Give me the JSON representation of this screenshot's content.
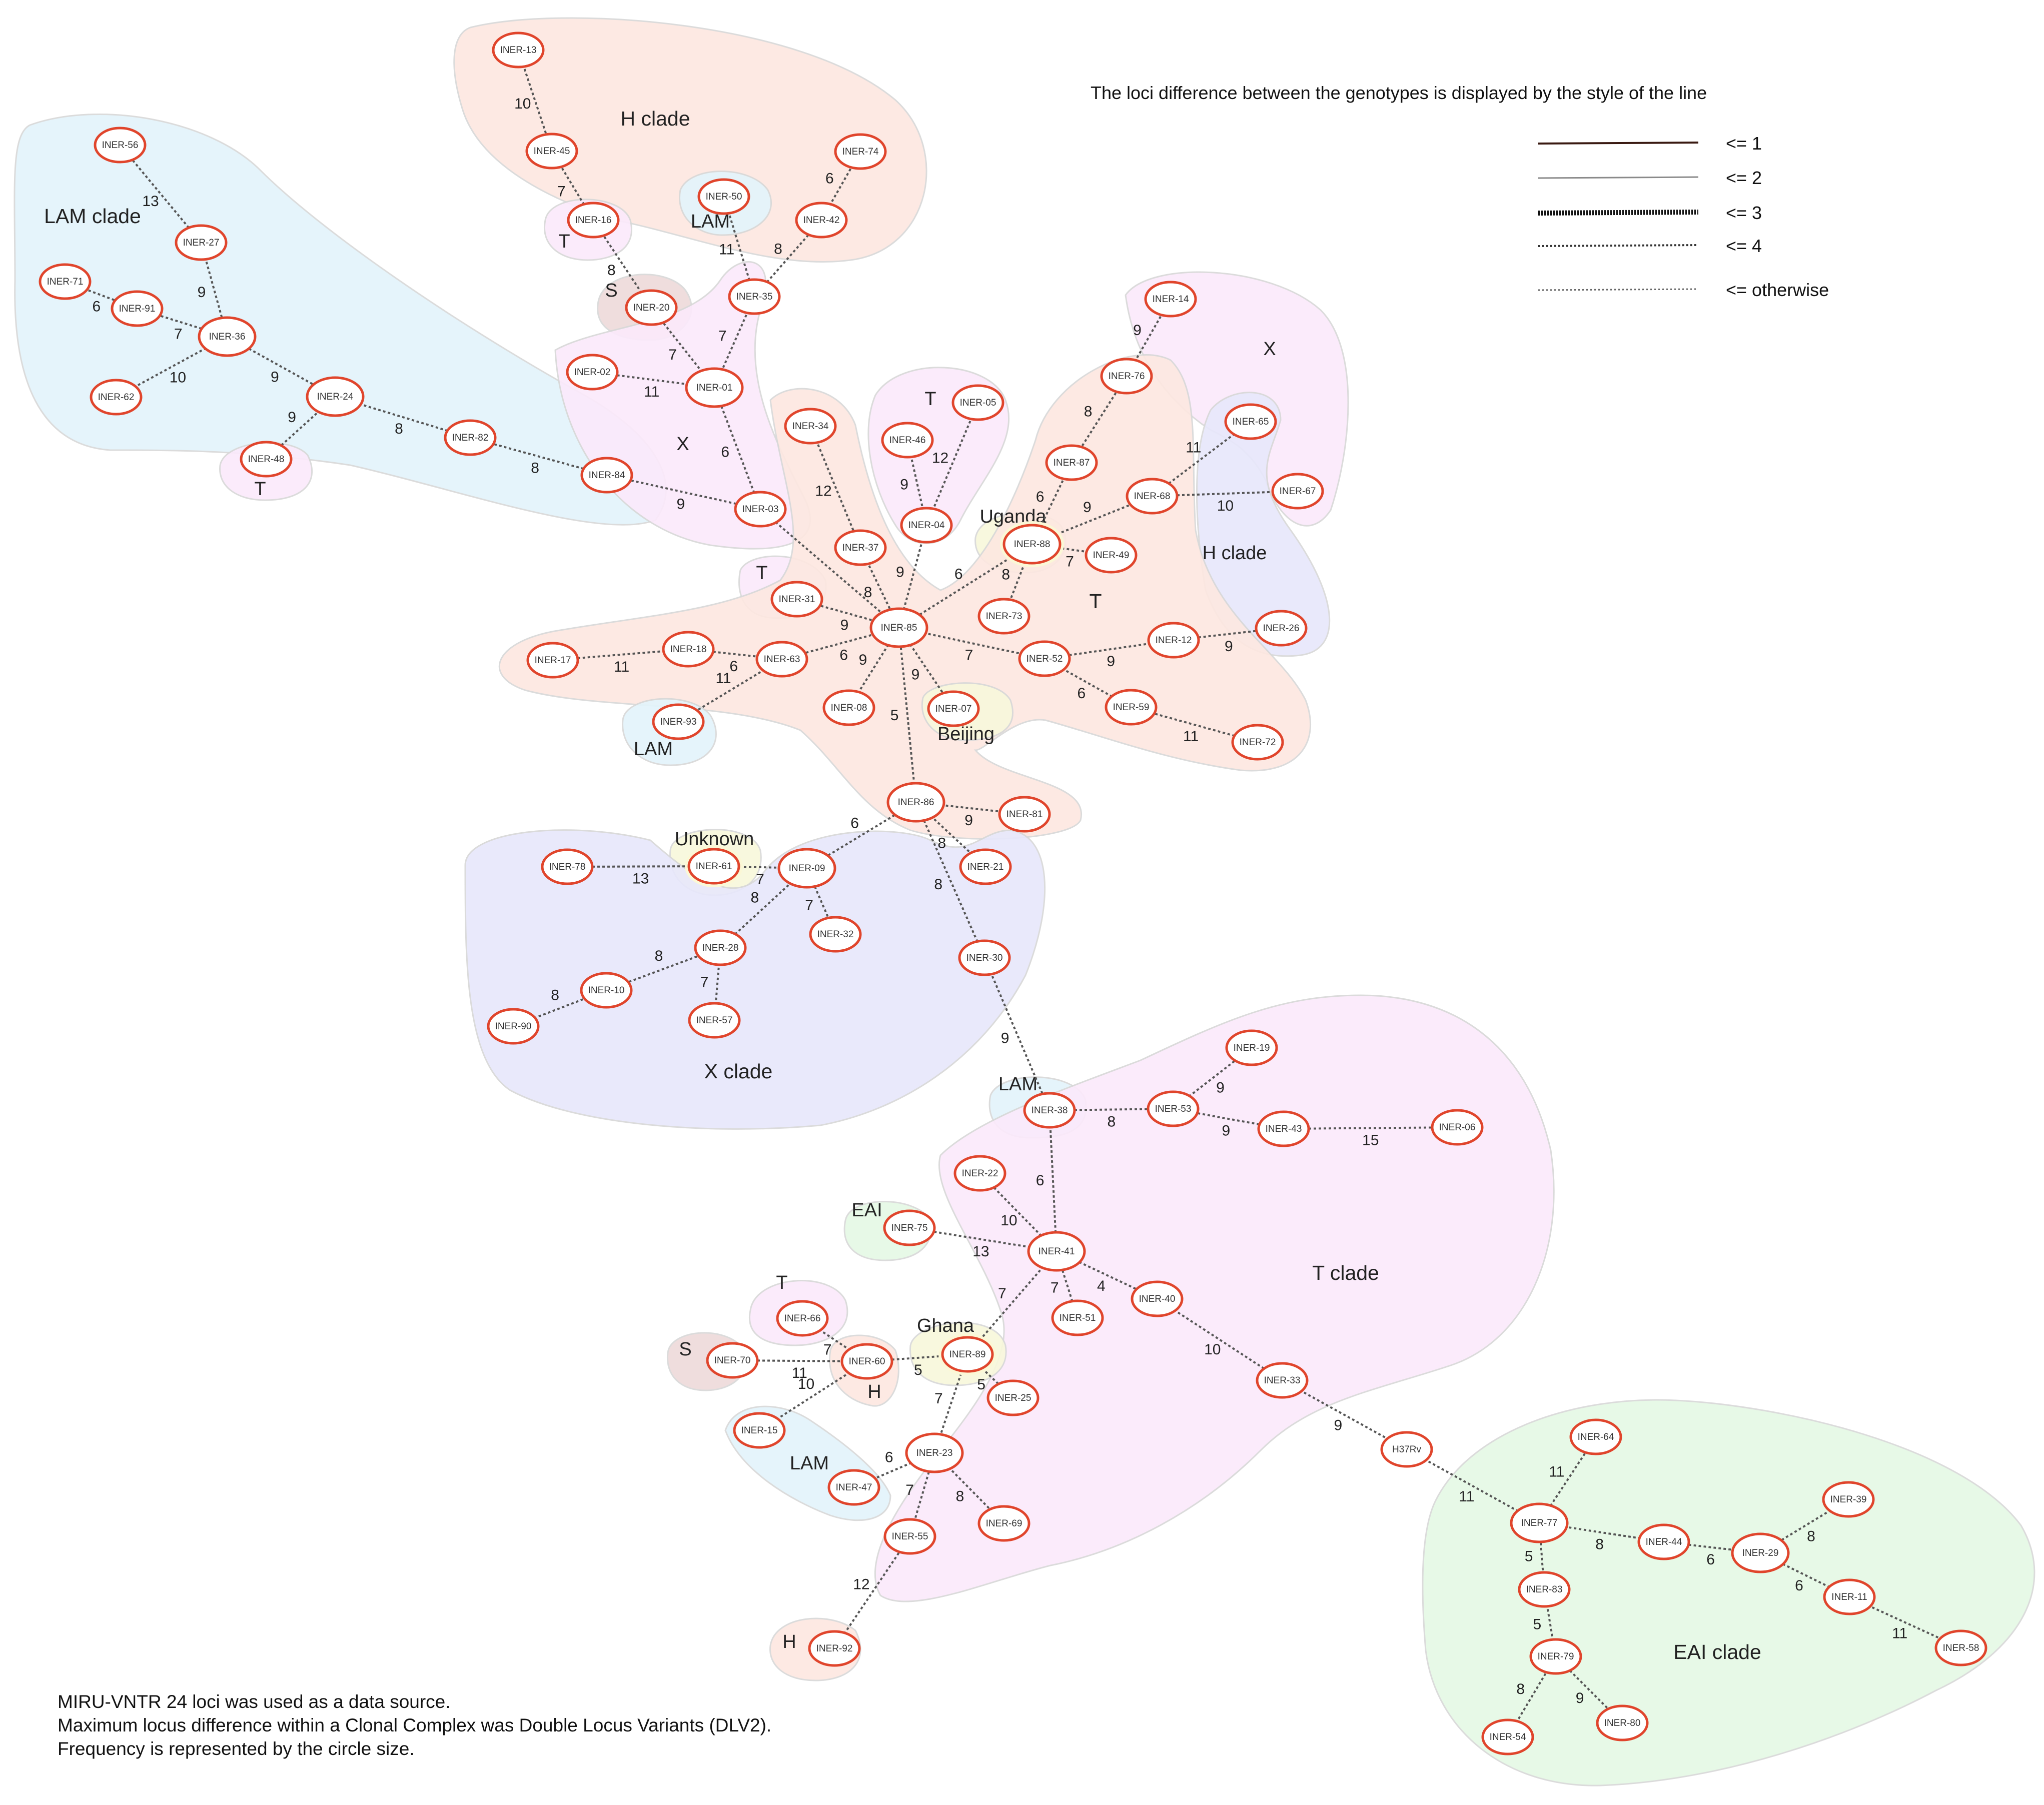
{
  "legend": {
    "title": "The loci difference between the genotypes is displayed by the style of the line",
    "items": [
      {
        "label": "<= 1",
        "style": "solid-dark"
      },
      {
        "label": "<= 2",
        "style": "solid-light"
      },
      {
        "label": "<= 3",
        "style": "heavy-dotted"
      },
      {
        "label": "<= 4",
        "style": "dotted"
      },
      {
        "label": "<= otherwise",
        "style": "light-dotted"
      }
    ]
  },
  "footer": [
    "MIRU-VNTR 24 loci was used as a data source.",
    "Maximum locus difference within a Clonal Complex was Double Locus Variants (DLV2).",
    "Frequency is represented by the circle size."
  ],
  "colors": {
    "node_stroke": "#e0452c",
    "node_fill": "#ffffff",
    "edge": "#555555",
    "lam": "#e3f4fb",
    "h": "#fde8e1",
    "t": "#fbeafb",
    "x": "#e8e8fb",
    "eai": "#e5f9e5",
    "s": "#eedbdb",
    "uganda": "#f8f8dc"
  },
  "regions": [
    {
      "label": "H clade"
    },
    {
      "label": "LAM clade"
    },
    {
      "label": "LAM"
    },
    {
      "label": "T"
    },
    {
      "label": "S"
    },
    {
      "label": "X"
    },
    {
      "label": "T"
    },
    {
      "label": "T"
    },
    {
      "label": "Uganda"
    },
    {
      "label": "X"
    },
    {
      "label": "H clade"
    },
    {
      "label": "T"
    },
    {
      "label": "LAM"
    },
    {
      "label": "Beijing"
    },
    {
      "label": "Unknown"
    },
    {
      "label": "X clade"
    },
    {
      "label": "LAM"
    },
    {
      "label": "T clade"
    },
    {
      "label": "EAI"
    },
    {
      "label": "T"
    },
    {
      "label": "Ghana"
    },
    {
      "label": "S"
    },
    {
      "label": "H"
    },
    {
      "label": "LAM"
    },
    {
      "label": "H"
    },
    {
      "label": "EAI clade"
    },
    {
      "label": "T"
    }
  ],
  "nodes": [
    {
      "id": "INER-13",
      "label": "INER-13"
    },
    {
      "id": "INER-45",
      "label": "INER-45"
    },
    {
      "id": "INER-16",
      "label": "INER-16"
    },
    {
      "id": "INER-20",
      "label": "INER-20"
    },
    {
      "id": "INER-50",
      "label": "INER-50"
    },
    {
      "id": "INER-35",
      "label": "INER-35"
    },
    {
      "id": "INER-74",
      "label": "INER-74"
    },
    {
      "id": "INER-42",
      "label": "INER-42"
    },
    {
      "id": "INER-56",
      "label": "INER-56"
    },
    {
      "id": "INER-27",
      "label": "INER-27"
    },
    {
      "id": "INER-71",
      "label": "INER-71"
    },
    {
      "id": "INER-91",
      "label": "INER-91"
    },
    {
      "id": "INER-36",
      "label": "INER-36"
    },
    {
      "id": "INER-62",
      "label": "INER-62"
    },
    {
      "id": "INER-24",
      "label": "INER-24"
    },
    {
      "id": "INER-48",
      "label": "INER-48"
    },
    {
      "id": "INER-82",
      "label": "INER-82"
    },
    {
      "id": "INER-84",
      "label": "INER-84"
    },
    {
      "id": "INER-02",
      "label": "INER-02"
    },
    {
      "id": "INER-01",
      "label": "INER-01"
    },
    {
      "id": "INER-03",
      "label": "INER-03"
    },
    {
      "id": "INER-34",
      "label": "INER-34"
    },
    {
      "id": "INER-37",
      "label": "INER-37"
    },
    {
      "id": "INER-46",
      "label": "INER-46"
    },
    {
      "id": "INER-05",
      "label": "INER-05"
    },
    {
      "id": "INER-04",
      "label": "INER-04"
    },
    {
      "id": "INER-14",
      "label": "INER-14"
    },
    {
      "id": "INER-76",
      "label": "INER-76"
    },
    {
      "id": "INER-87",
      "label": "INER-87"
    },
    {
      "id": "INER-65",
      "label": "INER-65"
    },
    {
      "id": "INER-68",
      "label": "INER-68"
    },
    {
      "id": "INER-67",
      "label": "INER-67"
    },
    {
      "id": "INER-88",
      "label": "INER-88"
    },
    {
      "id": "INER-49",
      "label": "INER-49"
    },
    {
      "id": "INER-73",
      "label": "INER-73"
    },
    {
      "id": "INER-31",
      "label": "INER-31"
    },
    {
      "id": "INER-85",
      "label": "INER-85"
    },
    {
      "id": "INER-12",
      "label": "INER-12"
    },
    {
      "id": "INER-26",
      "label": "INER-26"
    },
    {
      "id": "INER-52",
      "label": "INER-52"
    },
    {
      "id": "INER-17",
      "label": "INER-17"
    },
    {
      "id": "INER-18",
      "label": "INER-18"
    },
    {
      "id": "INER-63",
      "label": "INER-63"
    },
    {
      "id": "INER-08",
      "label": "INER-08"
    },
    {
      "id": "INER-07",
      "label": "INER-07"
    },
    {
      "id": "INER-59",
      "label": "INER-59"
    },
    {
      "id": "INER-72",
      "label": "INER-72"
    },
    {
      "id": "INER-93",
      "label": "INER-93"
    },
    {
      "id": "INER-86",
      "label": "INER-86"
    },
    {
      "id": "INER-81",
      "label": "INER-81"
    },
    {
      "id": "INER-21",
      "label": "INER-21"
    },
    {
      "id": "INER-78",
      "label": "INER-78"
    },
    {
      "id": "INER-61",
      "label": "INER-61"
    },
    {
      "id": "INER-09",
      "label": "INER-09"
    },
    {
      "id": "INER-32",
      "label": "INER-32"
    },
    {
      "id": "INER-28",
      "label": "INER-28"
    },
    {
      "id": "INER-10",
      "label": "INER-10"
    },
    {
      "id": "INER-57",
      "label": "INER-57"
    },
    {
      "id": "INER-90",
      "label": "INER-90"
    },
    {
      "id": "INER-30",
      "label": "INER-30"
    },
    {
      "id": "INER-19",
      "label": "INER-19"
    },
    {
      "id": "INER-38",
      "label": "INER-38"
    },
    {
      "id": "INER-53",
      "label": "INER-53"
    },
    {
      "id": "INER-43",
      "label": "INER-43"
    },
    {
      "id": "INER-06",
      "label": "INER-06"
    },
    {
      "id": "INER-22",
      "label": "INER-22"
    },
    {
      "id": "INER-75",
      "label": "INER-75"
    },
    {
      "id": "INER-41",
      "label": "INER-41"
    },
    {
      "id": "INER-40",
      "label": "INER-40"
    },
    {
      "id": "INER-51",
      "label": "INER-51"
    },
    {
      "id": "INER-33",
      "label": "INER-33"
    },
    {
      "id": "INER-66",
      "label": "INER-66"
    },
    {
      "id": "INER-70",
      "label": "INER-70"
    },
    {
      "id": "INER-60",
      "label": "INER-60"
    },
    {
      "id": "INER-89",
      "label": "INER-89"
    },
    {
      "id": "INER-25",
      "label": "INER-25"
    },
    {
      "id": "INER-15",
      "label": "INER-15"
    },
    {
      "id": "INER-23",
      "label": "INER-23"
    },
    {
      "id": "INER-47",
      "label": "INER-47"
    },
    {
      "id": "INER-69",
      "label": "INER-69"
    },
    {
      "id": "INER-55",
      "label": "INER-55"
    },
    {
      "id": "INER-92",
      "label": "INER-92"
    },
    {
      "id": "H37Rv",
      "label": "H37Rv"
    },
    {
      "id": "INER-64",
      "label": "INER-64"
    },
    {
      "id": "INER-77",
      "label": "INER-77"
    },
    {
      "id": "INER-39",
      "label": "INER-39"
    },
    {
      "id": "INER-44",
      "label": "INER-44"
    },
    {
      "id": "INER-29",
      "label": "INER-29"
    },
    {
      "id": "INER-83",
      "label": "INER-83"
    },
    {
      "id": "INER-11",
      "label": "INER-11"
    },
    {
      "id": "INER-58",
      "label": "INER-58"
    },
    {
      "id": "INER-79",
      "label": "INER-79"
    },
    {
      "id": "INER-54",
      "label": "INER-54"
    },
    {
      "id": "INER-80",
      "label": "INER-80"
    }
  ],
  "edges": [
    {
      "from": "INER-13",
      "to": "INER-45",
      "label": "10"
    },
    {
      "from": "INER-45",
      "to": "INER-16",
      "label": "7"
    },
    {
      "from": "INER-16",
      "to": "INER-20",
      "label": "8"
    },
    {
      "from": "INER-20",
      "to": "INER-01",
      "label": "7"
    },
    {
      "from": "INER-50",
      "to": "INER-35",
      "label": "11"
    },
    {
      "from": "INER-74",
      "to": "INER-42",
      "label": "6"
    },
    {
      "from": "INER-42",
      "to": "INER-35",
      "label": "8"
    },
    {
      "from": "INER-35",
      "to": "INER-01",
      "label": "7"
    },
    {
      "from": "INER-02",
      "to": "INER-01",
      "label": "11"
    },
    {
      "from": "INER-01",
      "to": "INER-03",
      "label": "6"
    },
    {
      "from": "INER-56",
      "to": "INER-27",
      "label": "13"
    },
    {
      "from": "INER-27",
      "to": "INER-36",
      "label": "9"
    },
    {
      "from": "INER-71",
      "to": "INER-91",
      "label": "6"
    },
    {
      "from": "INER-91",
      "to": "INER-36",
      "label": "7"
    },
    {
      "from": "INER-62",
      "to": "INER-36",
      "label": "10"
    },
    {
      "from": "INER-36",
      "to": "INER-24",
      "label": "9"
    },
    {
      "from": "INER-24",
      "to": "INER-48",
      "label": "9"
    },
    {
      "from": "INER-24",
      "to": "INER-82",
      "label": "8"
    },
    {
      "from": "INER-82",
      "to": "INER-84",
      "label": "8"
    },
    {
      "from": "INER-84",
      "to": "INER-03",
      "label": "9"
    },
    {
      "from": "INER-03",
      "to": "INER-85",
      "label": ""
    },
    {
      "from": "INER-34",
      "to": "INER-37",
      "label": "12"
    },
    {
      "from": "INER-37",
      "to": "INER-85",
      "label": "8"
    },
    {
      "from": "INER-46",
      "to": "INER-04",
      "label": "9"
    },
    {
      "from": "INER-05",
      "to": "INER-04",
      "label": "12"
    },
    {
      "from": "INER-04",
      "to": "INER-85",
      "label": "9"
    },
    {
      "from": "INER-14",
      "to": "INER-76",
      "label": "9"
    },
    {
      "from": "INER-76",
      "to": "INER-87",
      "label": "8"
    },
    {
      "from": "INER-87",
      "to": "INER-88",
      "label": "6"
    },
    {
      "from": "INER-65",
      "to": "INER-68",
      "label": "11"
    },
    {
      "from": "INER-68",
      "to": "INER-67",
      "label": "10"
    },
    {
      "from": "INER-68",
      "to": "INER-88",
      "label": "9"
    },
    {
      "from": "INER-88",
      "to": "INER-49",
      "label": "7"
    },
    {
      "from": "INER-88",
      "to": "INER-73",
      "label": "8"
    },
    {
      "from": "INER-88",
      "to": "INER-85",
      "label": "6"
    },
    {
      "from": "INER-31",
      "to": "INER-85",
      "label": "9"
    },
    {
      "from": "INER-85",
      "to": "INER-52",
      "label": "7"
    },
    {
      "from": "INER-52",
      "to": "INER-12",
      "label": "9"
    },
    {
      "from": "INER-12",
      "to": "INER-26",
      "label": "9"
    },
    {
      "from": "INER-52",
      "to": "INER-59",
      "label": "6"
    },
    {
      "from": "INER-59",
      "to": "INER-72",
      "label": "11"
    },
    {
      "from": "INER-17",
      "to": "INER-18",
      "label": "11"
    },
    {
      "from": "INER-18",
      "to": "INER-63",
      "label": "6"
    },
    {
      "from": "INER-63",
      "to": "INER-85",
      "label": "6"
    },
    {
      "from": "INER-63",
      "to": "INER-93",
      "label": "11"
    },
    {
      "from": "INER-85",
      "to": "INER-08",
      "label": "9"
    },
    {
      "from": "INER-85",
      "to": "INER-07",
      "label": "9"
    },
    {
      "from": "INER-85",
      "to": "INER-86",
      "label": "5"
    },
    {
      "from": "INER-86",
      "to": "INER-81",
      "label": "9"
    },
    {
      "from": "INER-86",
      "to": "INER-21",
      "label": "8"
    },
    {
      "from": "INER-86",
      "to": "INER-09",
      "label": "6"
    },
    {
      "from": "INER-86",
      "to": "INER-30",
      "label": "8"
    },
    {
      "from": "INER-78",
      "to": "INER-61",
      "label": "13"
    },
    {
      "from": "INER-61",
      "to": "INER-09",
      "label": "7"
    },
    {
      "from": "INER-09",
      "to": "INER-32",
      "label": "7"
    },
    {
      "from": "INER-09",
      "to": "INER-28",
      "label": "8"
    },
    {
      "from": "INER-28",
      "to": "INER-10",
      "label": "8"
    },
    {
      "from": "INER-28",
      "to": "INER-57",
      "label": "7"
    },
    {
      "from": "INER-10",
      "to": "INER-90",
      "label": "8"
    },
    {
      "from": "INER-30",
      "to": "INER-38",
      "label": "9"
    },
    {
      "from": "INER-38",
      "to": "INER-53",
      "label": "8"
    },
    {
      "from": "INER-53",
      "to": "INER-19",
      "label": "9"
    },
    {
      "from": "INER-53",
      "to": "INER-43",
      "label": "9"
    },
    {
      "from": "INER-43",
      "to": "INER-06",
      "label": "15"
    },
    {
      "from": "INER-38",
      "to": "INER-41",
      "label": "6"
    },
    {
      "from": "INER-22",
      "to": "INER-41",
      "label": "10"
    },
    {
      "from": "INER-75",
      "to": "INER-41",
      "label": "13"
    },
    {
      "from": "INER-41",
      "to": "INER-40",
      "label": "4"
    },
    {
      "from": "INER-41",
      "to": "INER-51",
      "label": "7"
    },
    {
      "from": "INER-41",
      "to": "INER-89",
      "label": "7"
    },
    {
      "from": "INER-40",
      "to": "INER-33",
      "label": "10"
    },
    {
      "from": "INER-33",
      "to": "H37Rv",
      "label": "9"
    },
    {
      "from": "H37Rv",
      "to": "INER-77",
      "label": "11"
    },
    {
      "from": "INER-66",
      "to": "INER-60",
      "label": "7"
    },
    {
      "from": "INER-70",
      "to": "INER-60",
      "label": "11"
    },
    {
      "from": "INER-60",
      "to": "INER-89",
      "label": "5"
    },
    {
      "from": "INER-60",
      "to": "INER-15",
      "label": "10"
    },
    {
      "from": "INER-89",
      "to": "INER-25",
      "label": "5"
    },
    {
      "from": "INER-89",
      "to": "INER-23",
      "label": "7"
    },
    {
      "from": "INER-23",
      "to": "INER-47",
      "label": "6"
    },
    {
      "from": "INER-23",
      "to": "INER-69",
      "label": "8"
    },
    {
      "from": "INER-23",
      "to": "INER-55",
      "label": "7"
    },
    {
      "from": "INER-55",
      "to": "INER-92",
      "label": "12"
    },
    {
      "from": "INER-64",
      "to": "INER-77",
      "label": "11"
    },
    {
      "from": "INER-77",
      "to": "INER-44",
      "label": "8"
    },
    {
      "from": "INER-44",
      "to": "INER-29",
      "label": "6"
    },
    {
      "from": "INER-29",
      "to": "INER-39",
      "label": "8"
    },
    {
      "from": "INER-29",
      "to": "INER-11",
      "label": "6"
    },
    {
      "from": "INER-11",
      "to": "INER-58",
      "label": "11"
    },
    {
      "from": "INER-77",
      "to": "INER-83",
      "label": "5"
    },
    {
      "from": "INER-83",
      "to": "INER-79",
      "label": "5"
    },
    {
      "from": "INER-79",
      "to": "INER-54",
      "label": "8"
    },
    {
      "from": "INER-79",
      "to": "INER-80",
      "label": "9"
    }
  ]
}
